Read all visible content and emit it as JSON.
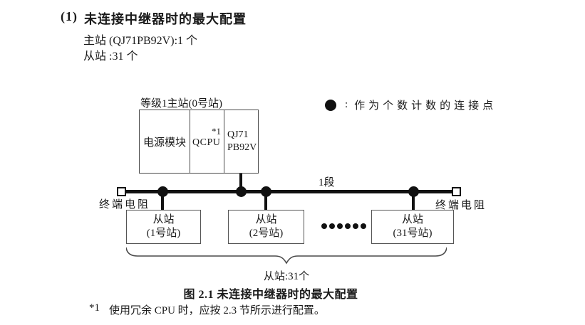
{
  "page": {
    "heading_marker": "(1)",
    "heading_text": "未连接中继器时的最大配置",
    "spec_master": "主站 (QJ71PB92V):1 个",
    "spec_slave": "从站 :31 个",
    "figure_caption": "图 2.1 未连接中继器时的最大配置",
    "footnote": {
      "marker": "*1",
      "text": "使用冗余 CPU 时，应按 2.3 节所示进行配置。"
    }
  },
  "diagram": {
    "master": {
      "label": "等级1主站(0号站)",
      "power_module": "电源模块",
      "cpu_module": "QCPU",
      "cpu_note": "*1",
      "network_module_line1": "QJ71",
      "network_module_line2": "PB92V"
    },
    "legend": {
      "symbol": "connection-point-dot",
      "separator": ":",
      "text": "作为个数计数的连接点"
    },
    "bus": {
      "segment_label": "1段",
      "terminator_label_left": "终端电阻",
      "terminator_label_right": "终端电阻",
      "connection_point_count": 4
    },
    "slaves": [
      {
        "line1": "从站",
        "line2": "(1号站)"
      },
      {
        "line1": "从站",
        "line2": "(2号站)"
      },
      {
        "line1": "从站",
        "line2": "(31号站)"
      }
    ],
    "ellipsis_dots": 6,
    "brace_label": "从站:31个",
    "colors": {
      "line": "#111111",
      "box_border": "#4a4a4a",
      "text": "#1a1a1a",
      "background": "#ffffff"
    }
  }
}
